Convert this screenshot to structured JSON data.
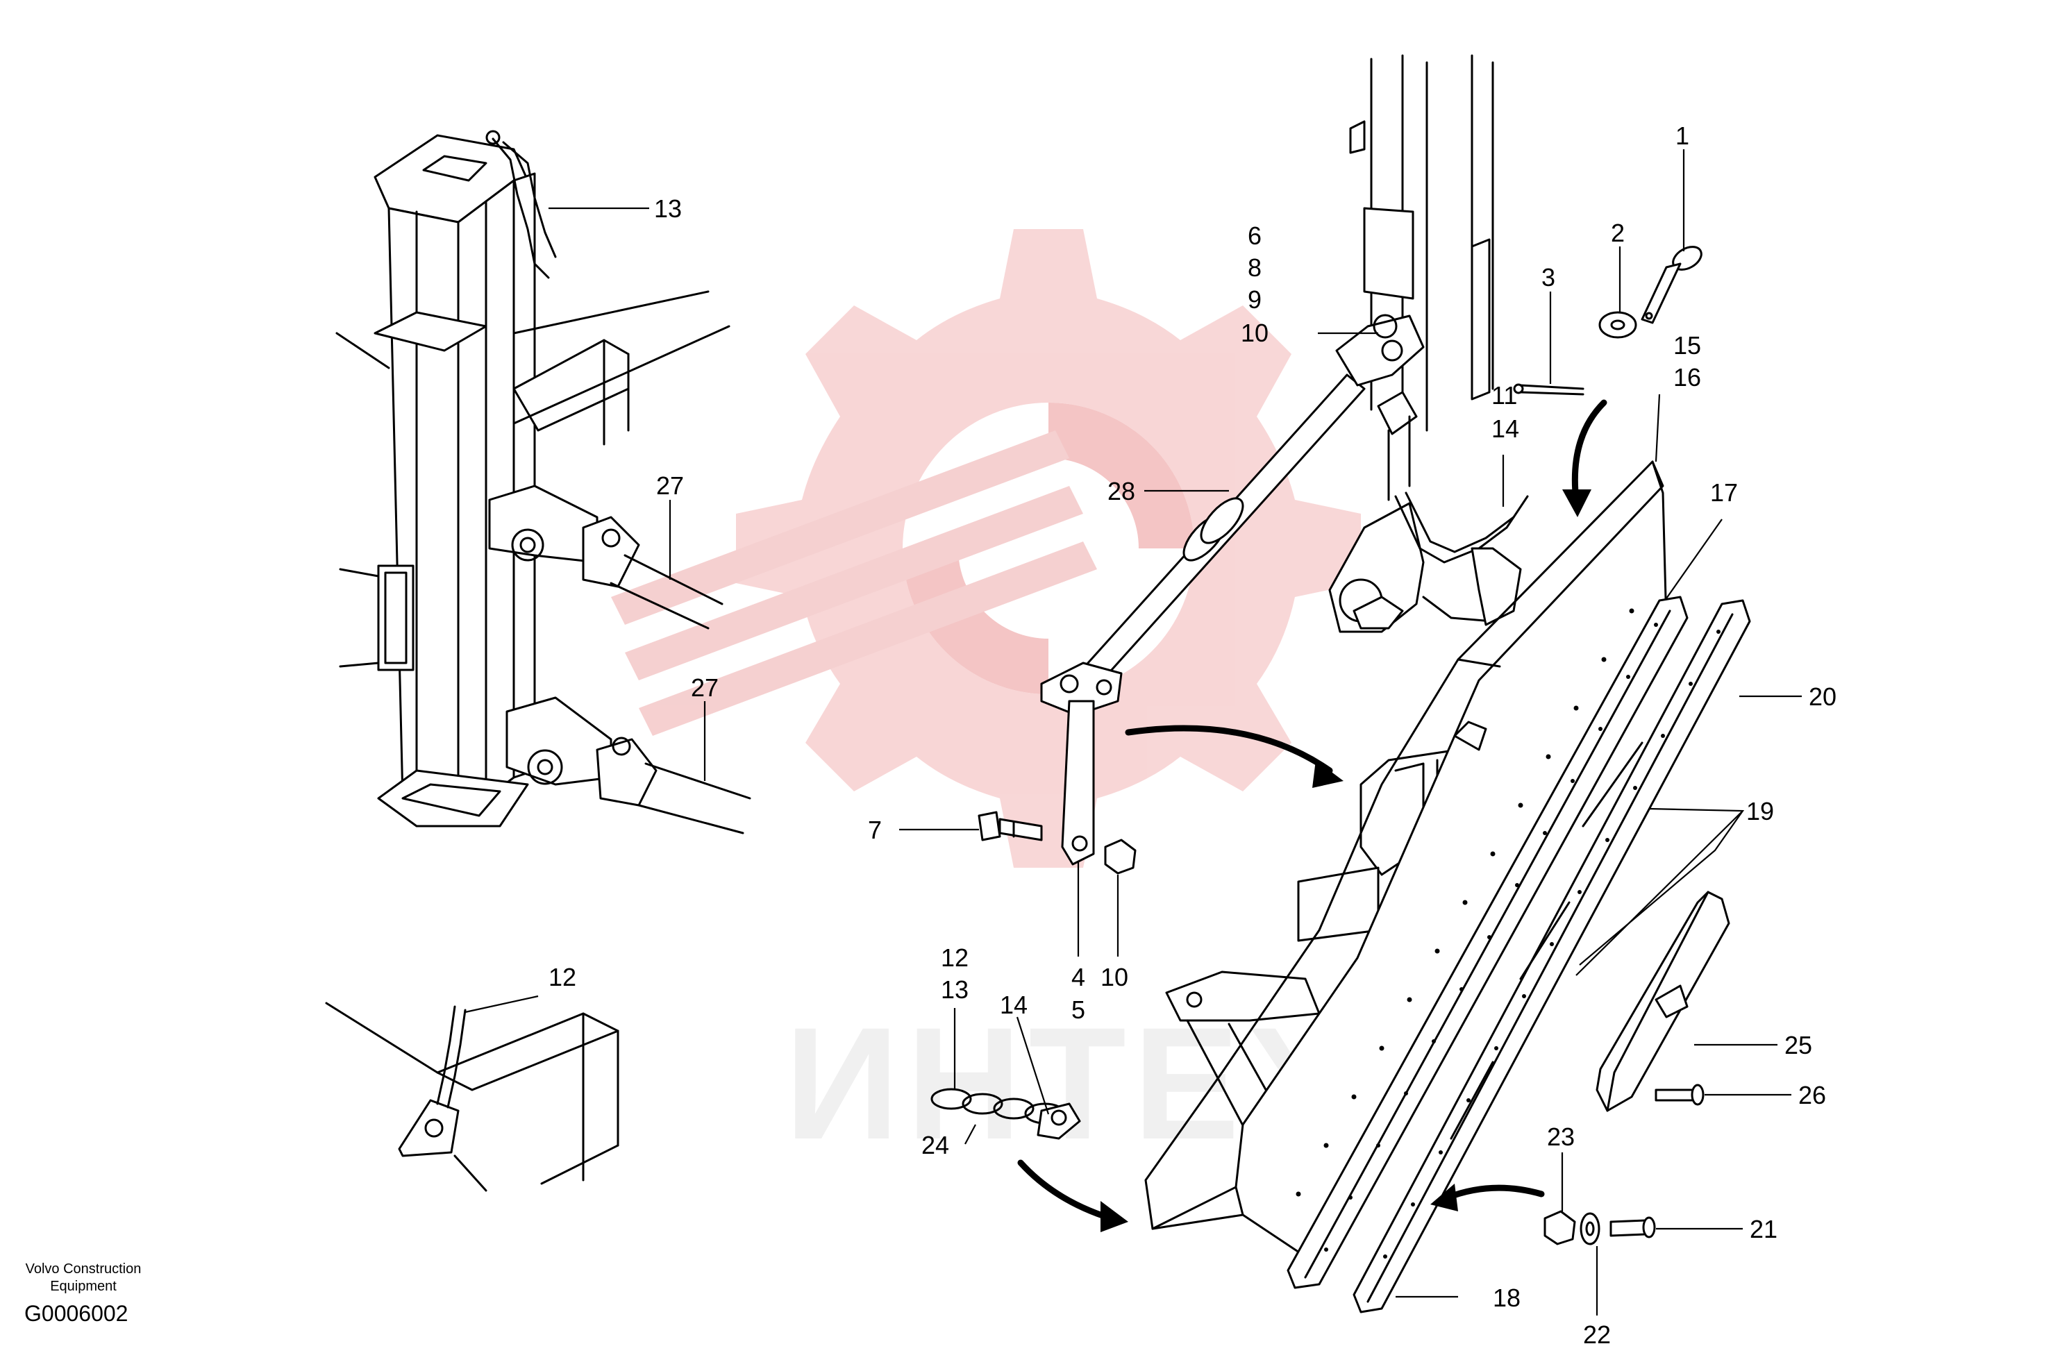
{
  "footer": {
    "company_line1": "Volvo Construction",
    "company_line2": "Equipment",
    "drawing_id": "G0006002"
  },
  "watermark": {
    "text": "ИНТЕХ",
    "color": "#f2c6c6",
    "gear_color": "#f7d0d0"
  },
  "callouts": {
    "c1": "1",
    "c2": "2",
    "c3": "3",
    "c6": "6",
    "c8": "8",
    "c9": "9",
    "c10a": "10",
    "c11": "11",
    "c14a": "14",
    "c15": "15",
    "c16": "16",
    "c17": "17",
    "c13a": "13",
    "c27a": "27",
    "c27b": "27",
    "c28": "28",
    "c20": "20",
    "c19": "19",
    "c7": "7",
    "c4": "4",
    "c5": "5",
    "c10b": "10",
    "c12a": "12",
    "c12b": "12",
    "c13b": "13",
    "c14b": "14",
    "c24": "24",
    "c25": "25",
    "c26": "26",
    "c23": "23",
    "c21": "21",
    "c22": "22",
    "c18": "18"
  }
}
